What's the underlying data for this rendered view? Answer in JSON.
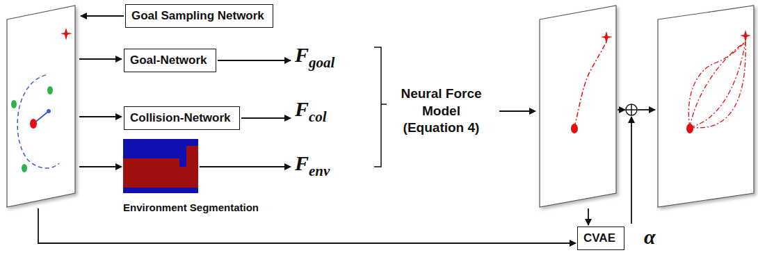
{
  "diagram": {
    "nodes": [
      {
        "text": [
          "Goal Sampling Network"
        ]
      },
      {
        "text": [
          "Goal-Network"
        ]
      },
      {
        "text": [
          "Collision-Network"
        ]
      },
      {
        "text": [
          "CVAE"
        ]
      }
    ],
    "labels": [
      "F",
      "goal",
      "F",
      "col",
      "F",
      "env",
      "Environment Segmentation",
      "Neural Force Model (Equation 4)",
      "α"
    ]
  }
}
